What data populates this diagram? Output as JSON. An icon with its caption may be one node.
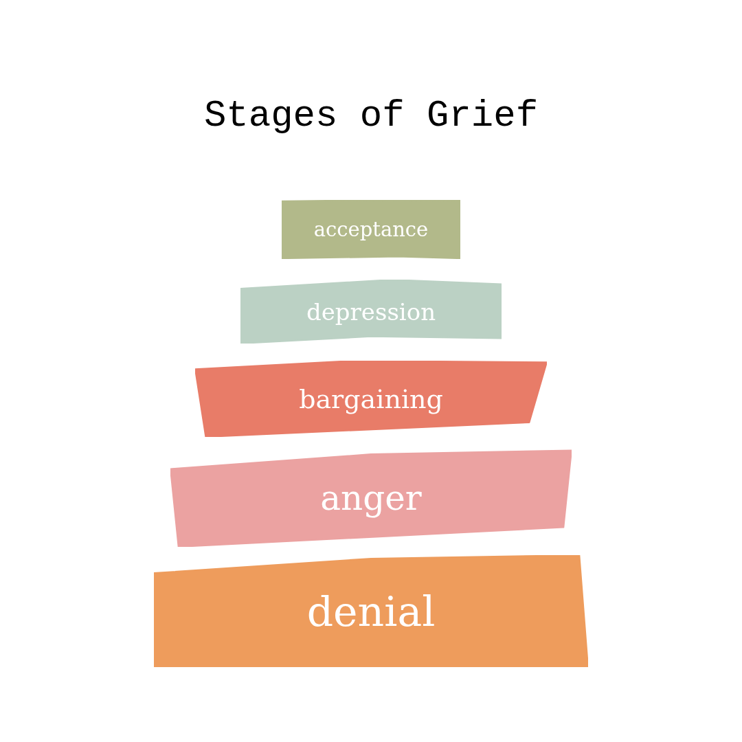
{
  "diagram": {
    "title": "Stages of Grief",
    "nodes": [
      {
        "text": [
          "acceptance"
        ]
      },
      {
        "text": [
          "depression"
        ]
      },
      {
        "text": [
          "bargaining"
        ]
      },
      {
        "text": [
          "anger"
        ]
      },
      {
        "text": [
          "denial"
        ]
      }
    ]
  }
}
